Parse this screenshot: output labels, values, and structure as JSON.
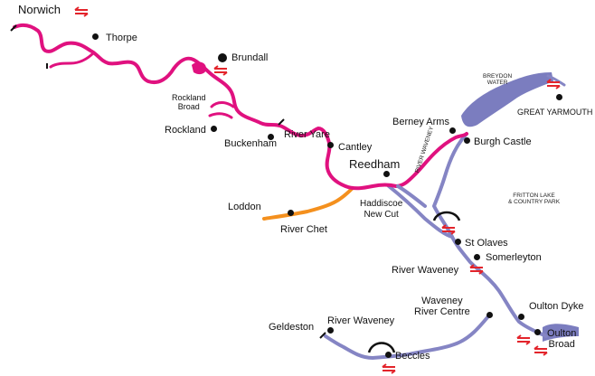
{
  "colors": {
    "river_yare": "#e0117f",
    "river_chet": "#f4901e",
    "river_waveney": "#8585c4",
    "breydon_water_fill": "#7b7dbf",
    "rail_symbol": "#e3242b",
    "station_dot": "#111111"
  },
  "icons": {
    "rail_station": "national-rail-double-arrow-icon",
    "lift_bridge": "bridge-arch-icon",
    "place": "dot-icon"
  },
  "labels": {
    "norwich": "Norwich",
    "thorpe": "Thorpe",
    "brundall": "Brundall",
    "rockland_broad": "Rockland\nBroad",
    "rockland": "Rockland",
    "buckenham": "Buckenham",
    "river_yare": "River Yare",
    "cantley": "Cantley",
    "reedham": "Reedham",
    "berney_arms": "Berney Arms",
    "burgh_castle": "Burgh Castle",
    "breydon_water": "BREYDON\nWATER",
    "great_yarmouth": "GREAT YARMOUTH",
    "river_waveney_vertical": "RIVER WAVENEY",
    "fritton_lake": "FRITTON LAKE\n& COUNTRY PARK",
    "loddon": "Loddon",
    "haddiscoe_new_cut": "Haddiscoe\nNew Cut",
    "river_chet": "River Chet",
    "st_olaves": "St Olaves",
    "somerleyton": "Somerleyton",
    "river_waveney_east": "River Waveney",
    "waveney_river_centre": "Waveney\nRiver Centre",
    "oulton_dyke": "Oulton Dyke",
    "oulton_broad": "Oulton\nBroad",
    "geldeston": "Geldeston",
    "river_waveney_west": "River Waveney",
    "beccles": "Beccles"
  }
}
